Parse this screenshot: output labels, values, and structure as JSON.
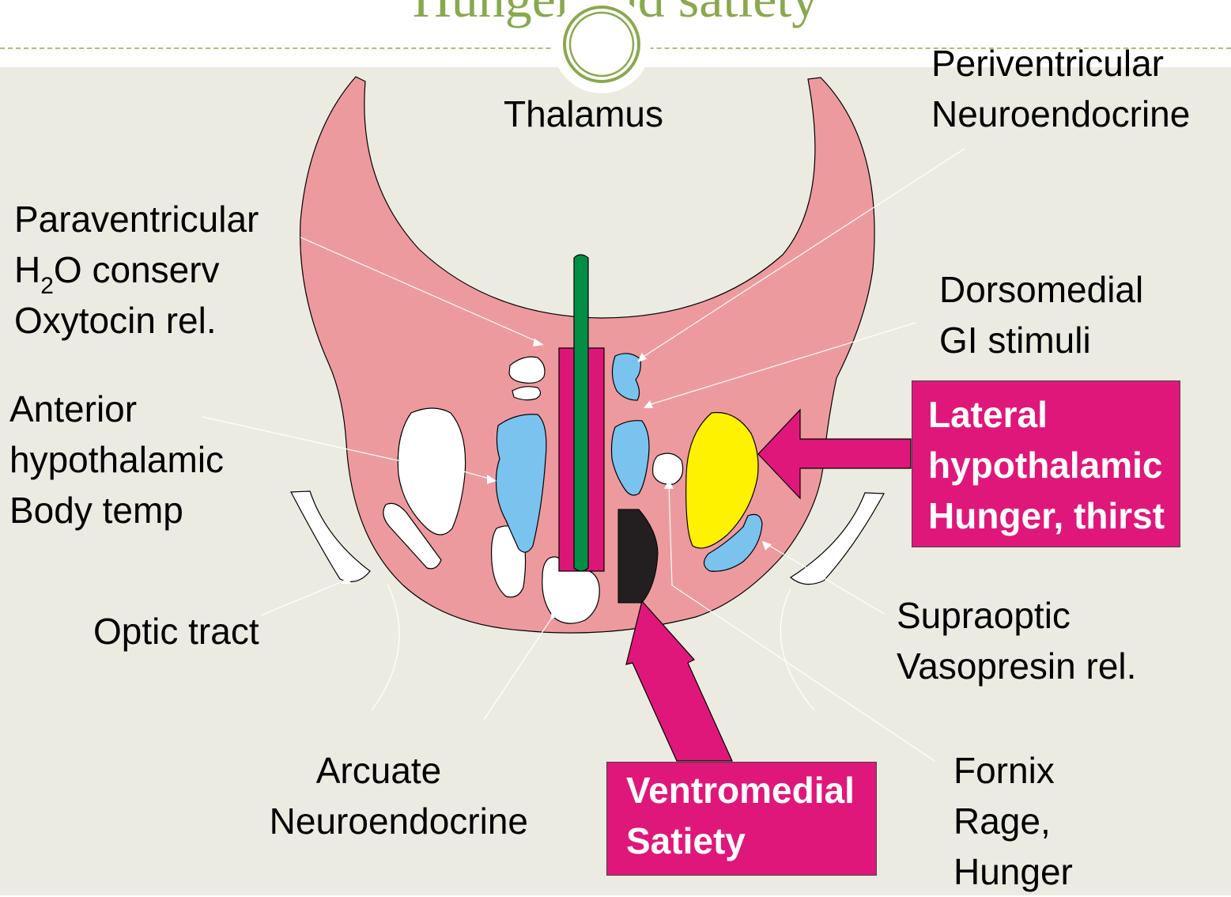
{
  "slide": {
    "title": "Hunger and satiety",
    "colors": {
      "background": "#ecebe2",
      "accent": "#8aa84e",
      "brain_tissue": "#ed9a9e",
      "nucleus_blue": "#7ac3ef",
      "nucleus_green": "#008f45",
      "ventricle_magenta": "#dc1677",
      "lateral_yellow": "#fff200",
      "callout_magenta": "#e0177a"
    }
  },
  "labels": {
    "thalamus": "Thalamus",
    "periventricular": {
      "line1": "Periventricular",
      "line2": "Neuroendocrine"
    },
    "paraventricular": {
      "line1": "Paraventricular",
      "line2_pre": "H",
      "line2_sub": "2",
      "line2_post": "O conserv",
      "line3": "Oxytocin rel."
    },
    "dorsomedial": {
      "line1": "Dorsomedial",
      "line2": "GI stimuli"
    },
    "anterior": {
      "line1": "Anterior",
      "line2": "hypothalamic",
      "line3": "Body temp"
    },
    "optic_tract": "Optic tract",
    "supraoptic": {
      "line1": "Supraoptic",
      "line2": "Vasopresin rel."
    },
    "arcuate": {
      "line1": "Arcuate",
      "line2": "Neuroendocrine"
    },
    "fornix": {
      "line1": "Fornix",
      "line2": "Rage,",
      "line3": "Hunger"
    }
  },
  "callouts": {
    "lateral": {
      "line1": "Lateral",
      "line2": "hypothalamic",
      "line3": "Hunger, thirst"
    },
    "ventromedial": {
      "line1": "Ventromedial",
      "line2": "Satiety"
    }
  }
}
